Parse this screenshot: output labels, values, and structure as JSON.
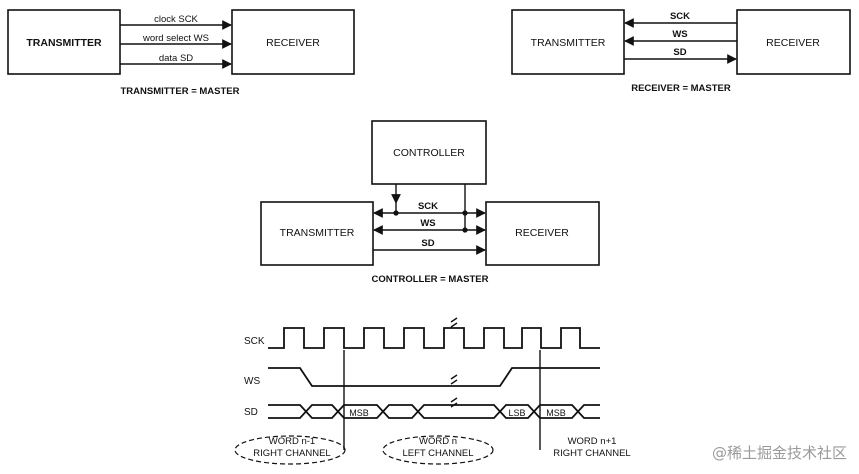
{
  "diagram1": {
    "transmitter": "TRANSMITTER",
    "receiver": "RECEIVER",
    "signal_sck": "clock SCK",
    "signal_ws": "word select WS",
    "signal_sd": "data SD",
    "caption": "TRANSMITTER = MASTER"
  },
  "diagram2": {
    "transmitter": "TRANSMITTER",
    "receiver": "RECEIVER",
    "signal_sck": "SCK",
    "signal_ws": "WS",
    "signal_sd": "SD",
    "caption": "RECEIVER = MASTER"
  },
  "diagram3": {
    "controller": "CONTROLLER",
    "transmitter": "TRANSMITTER",
    "receiver": "RECEIVER",
    "signal_sck": "SCK",
    "signal_ws": "WS",
    "signal_sd": "SD",
    "caption": "CONTROLLER = MASTER"
  },
  "timing": {
    "row_sck": "SCK",
    "row_ws": "WS",
    "row_sd": "SD",
    "msb_1": "MSB",
    "lsb": "LSB",
    "msb_2": "MSB",
    "word_prev_line1": "WORD n-1",
    "word_prev_line2": "RIGHT CHANNEL",
    "word_cur_line1": "WORD n",
    "word_cur_line2": "LEFT CHANNEL",
    "word_next_line1": "WORD n+1",
    "word_next_line2": "RIGHT CHANNEL"
  },
  "watermark": "@稀土掘金技术社区"
}
